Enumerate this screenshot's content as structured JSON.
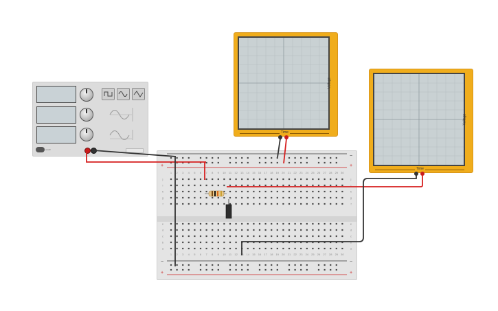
{
  "function_generator": {
    "switch_label": "on/off"
  },
  "oscilloscope_1": {
    "time_label": "Time",
    "voltage_label": "Voltage"
  },
  "oscilloscope_2": {
    "time_label": "Time",
    "voltage_label": "Voltage"
  },
  "breadboard": {
    "columns": [
      "1",
      "2",
      "3",
      "4",
      "5",
      "6",
      "7",
      "8",
      "9",
      "10",
      "11",
      "12",
      "13",
      "14",
      "15",
      "16",
      "17",
      "18",
      "19",
      "20",
      "21",
      "22",
      "23",
      "24",
      "25",
      "26",
      "27",
      "28",
      "29",
      "30"
    ],
    "top_rows": [
      "j",
      "i",
      "h",
      "g",
      "f"
    ],
    "bottom_rows": [
      "e",
      "d",
      "c",
      "b",
      "a"
    ],
    "rail_plus": "+",
    "rail_minus": "−"
  },
  "colors": {
    "scope_body": "#f0ad1c",
    "scope_screen": "#c9d1d3",
    "wire_red": "#d61f1f",
    "wire_black": "#333333",
    "breadboard": "#e4e4e4"
  }
}
